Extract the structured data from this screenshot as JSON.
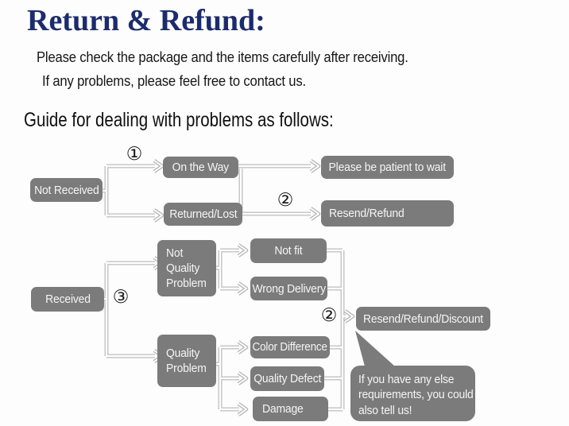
{
  "page": {
    "title": "Return & Refund:",
    "intro_line1": "Please check the package and the items carefully after receiving.",
    "intro_line2": "If any problems, please feel free to contact us.",
    "guide_heading": "Guide for dealing with problems as follows:"
  },
  "markers": {
    "one": "①",
    "two": "②",
    "three": "③"
  },
  "flow": {
    "not_received": {
      "label": "Not Received"
    },
    "on_the_way": {
      "label": "On the Way"
    },
    "returned_lost": {
      "label": "Returned/Lost"
    },
    "be_patient": {
      "label": "Please be patient to wait"
    },
    "resend_refund": {
      "label": "Resend/Refund"
    },
    "received": {
      "label": "Received"
    },
    "not_quality_problem": {
      "lines": [
        "Not",
        "Quality",
        "Problem"
      ]
    },
    "not_fit": {
      "label": "Not fit"
    },
    "wrong_delivery": {
      "label": "Wrong Delivery"
    },
    "quality_problem": {
      "lines": [
        "Quality",
        "Problem"
      ]
    },
    "color_difference": {
      "label": "Color Difference"
    },
    "quality_defect": {
      "label": "Quality Defect"
    },
    "damage": {
      "label": "Damage"
    },
    "resend_refund_discount": {
      "label": "Resend/Refund/Discount"
    },
    "note_bubble": {
      "lines": [
        "If you have any else",
        "requirements, you could",
        "also tell us!"
      ]
    }
  },
  "edges": [
    {
      "from": "Not Received",
      "to": "On the Way",
      "marker": "①"
    },
    {
      "from": "Not Received",
      "to": "Returned/Lost"
    },
    {
      "from": "On the Way",
      "to": "Please be patient to wait"
    },
    {
      "from": "Returned/Lost",
      "to": "Resend/Refund",
      "marker": "②"
    },
    {
      "from": "Received",
      "to": "Not Quality Problem",
      "marker": "③"
    },
    {
      "from": "Received",
      "to": "Quality Problem",
      "marker": "③"
    },
    {
      "from": "Not Quality Problem",
      "to": "Not fit"
    },
    {
      "from": "Not Quality Problem",
      "to": "Wrong Delivery"
    },
    {
      "from": "Quality Problem",
      "to": "Color Difference"
    },
    {
      "from": "Quality Problem",
      "to": "Quality Defect"
    },
    {
      "from": "Quality Problem",
      "to": "Damage"
    },
    {
      "from": "Not fit / Wrong Delivery / Color Difference / Quality Defect / Damage",
      "to": "Resend/Refund/Discount",
      "marker": "②"
    }
  ],
  "colors": {
    "title_navy": "#1c2b6d",
    "node_gray": "#7b7b7b",
    "node_text": "#f5f5f5",
    "connector_gray": "#c2c2c2",
    "body_text": "#161616"
  }
}
